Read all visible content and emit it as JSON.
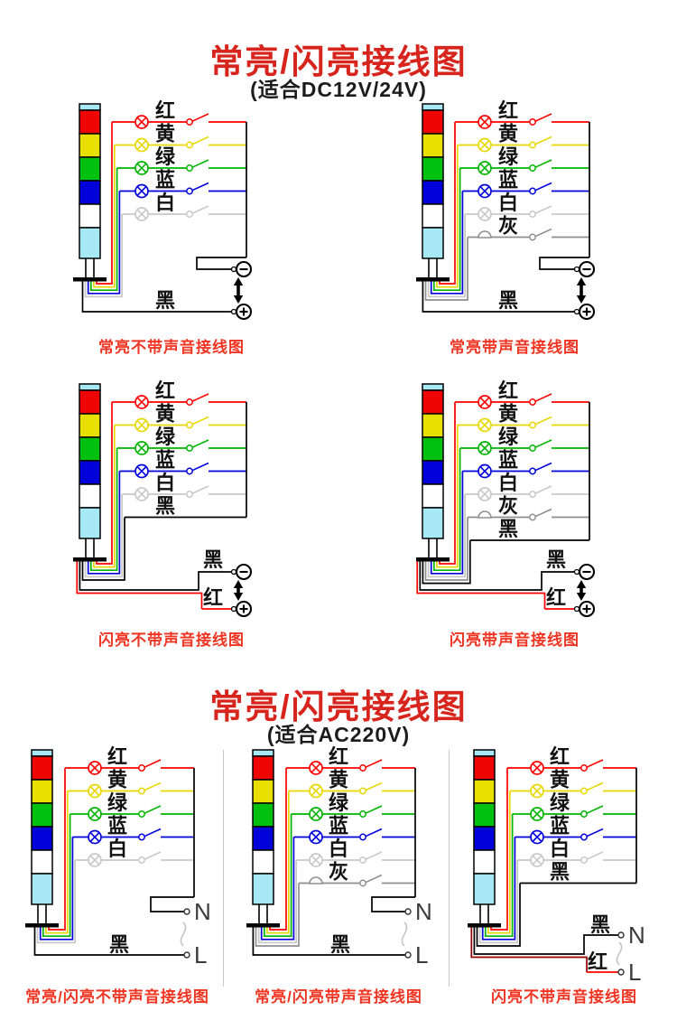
{
  "sections": [
    {
      "title": "常亮/闪亮接线图",
      "subtitle": "(适合DC12V/24V)"
    },
    {
      "title": "常亮/闪亮接线图",
      "subtitle": "(适合AC220V)"
    }
  ],
  "colors": {
    "red": "#ff0000",
    "yellow": "#e6d800",
    "green": "#00b400",
    "blue": "#0000dd",
    "white_wire": "#c8c8c8",
    "gray_wire": "#8f8f8f",
    "black": "#000000",
    "dark_red": "#960000",
    "cyan": "#a6e9f5",
    "title_red": "#d7251d",
    "caption_red": "#f03422",
    "terminal_letter": "#3a3a3a",
    "squiggle": "#c4c4c4",
    "label_text": "#111111",
    "divider": "#c9c9c9"
  },
  "tower_colors": [
    "#f00505",
    "#e8e000",
    "#00c010",
    "#0000d8",
    "#ffffff",
    "#a6e9f5"
  ],
  "diagrams": [
    {
      "caption": "常亮不带声音接线图",
      "layout": "dc",
      "bottom": "direct",
      "rows": [
        {
          "label": "红",
          "color": "red",
          "symbol": "lamp"
        },
        {
          "label": "黄",
          "color": "yellow",
          "symbol": "lamp"
        },
        {
          "label": "绿",
          "color": "green",
          "symbol": "lamp"
        },
        {
          "label": "蓝",
          "color": "blue",
          "symbol": "lamp"
        },
        {
          "label": "白",
          "color": "white_wire",
          "symbol": "lamp"
        }
      ],
      "power": {
        "top_terminal": "minus",
        "bottom_terminal": "plus",
        "black_label": "黑"
      }
    },
    {
      "caption": "常亮带声音接线图",
      "layout": "dc",
      "bottom": "direct",
      "rows": [
        {
          "label": "红",
          "color": "red",
          "symbol": "lamp"
        },
        {
          "label": "黄",
          "color": "yellow",
          "symbol": "lamp"
        },
        {
          "label": "绿",
          "color": "green",
          "symbol": "lamp"
        },
        {
          "label": "蓝",
          "color": "blue",
          "symbol": "lamp"
        },
        {
          "label": "白",
          "color": "white_wire",
          "symbol": "lamp"
        },
        {
          "label": "灰",
          "color": "gray_wire",
          "symbol": "buzzer"
        }
      ],
      "power": {
        "top_terminal": "minus",
        "bottom_terminal": "plus",
        "black_label": "黑"
      }
    },
    {
      "caption": "闪亮不带声音接线图",
      "layout": "dc",
      "bottom": "pair",
      "rows": [
        {
          "label": "红",
          "color": "red",
          "symbol": "lamp"
        },
        {
          "label": "黄",
          "color": "yellow",
          "symbol": "lamp"
        },
        {
          "label": "绿",
          "color": "green",
          "symbol": "lamp"
        },
        {
          "label": "蓝",
          "color": "blue",
          "symbol": "lamp"
        },
        {
          "label": "白",
          "color": "white_wire",
          "symbol": "lamp"
        },
        {
          "label": "黑",
          "color": "black",
          "symbol": "none"
        }
      ],
      "power": {
        "top_terminal": "minus",
        "bottom_terminal": "plus",
        "black_label": "黑",
        "red_label": "红"
      }
    },
    {
      "caption": "闪亮带声音接线图",
      "layout": "dc",
      "bottom": "pair",
      "rows": [
        {
          "label": "红",
          "color": "red",
          "symbol": "lamp"
        },
        {
          "label": "黄",
          "color": "yellow",
          "symbol": "lamp"
        },
        {
          "label": "绿",
          "color": "green",
          "symbol": "lamp"
        },
        {
          "label": "蓝",
          "color": "blue",
          "symbol": "lamp"
        },
        {
          "label": "白",
          "color": "white_wire",
          "symbol": "lamp"
        },
        {
          "label": "灰",
          "color": "gray_wire",
          "symbol": "buzzer"
        },
        {
          "label": "黑",
          "color": "black",
          "symbol": "none"
        }
      ],
      "power": {
        "top_terminal": "minus",
        "bottom_terminal": "plus",
        "black_label": "黑",
        "red_label": "红"
      }
    },
    {
      "caption": "常亮/闪亮不带声音接线图",
      "layout": "ac",
      "bottom": "direct",
      "rows": [
        {
          "label": "红",
          "color": "red",
          "symbol": "lamp"
        },
        {
          "label": "黄",
          "color": "yellow",
          "symbol": "lamp"
        },
        {
          "label": "绿",
          "color": "green",
          "symbol": "lamp"
        },
        {
          "label": "蓝",
          "color": "blue",
          "symbol": "lamp"
        },
        {
          "label": "白",
          "color": "white_wire",
          "symbol": "lamp"
        }
      ],
      "power": {
        "top_terminal": "N",
        "bottom_terminal": "L",
        "black_label": "黑"
      }
    },
    {
      "caption": "常亮/闪亮带声音接线图",
      "layout": "ac",
      "bottom": "direct",
      "rows": [
        {
          "label": "红",
          "color": "red",
          "symbol": "lamp"
        },
        {
          "label": "黄",
          "color": "yellow",
          "symbol": "lamp"
        },
        {
          "label": "绿",
          "color": "green",
          "symbol": "lamp"
        },
        {
          "label": "蓝",
          "color": "blue",
          "symbol": "lamp"
        },
        {
          "label": "白",
          "color": "white_wire",
          "symbol": "lamp"
        },
        {
          "label": "灰",
          "color": "gray_wire",
          "symbol": "buzzer"
        }
      ],
      "power": {
        "top_terminal": "N",
        "bottom_terminal": "L",
        "black_label": "黑"
      }
    },
    {
      "caption": "闪亮不带声音接线图",
      "layout": "ac",
      "bottom": "pair",
      "rows": [
        {
          "label": "红",
          "color": "red",
          "symbol": "lamp"
        },
        {
          "label": "黄",
          "color": "yellow",
          "symbol": "lamp"
        },
        {
          "label": "绿",
          "color": "green",
          "symbol": "lamp"
        },
        {
          "label": "蓝",
          "color": "blue",
          "symbol": "lamp"
        },
        {
          "label": "白",
          "color": "white_wire",
          "symbol": "lamp"
        },
        {
          "label": "黑",
          "color": "black",
          "symbol": "none"
        }
      ],
      "power": {
        "top_terminal": "N",
        "bottom_terminal": "L",
        "black_label": "黑",
        "red_label": "红"
      }
    }
  ]
}
